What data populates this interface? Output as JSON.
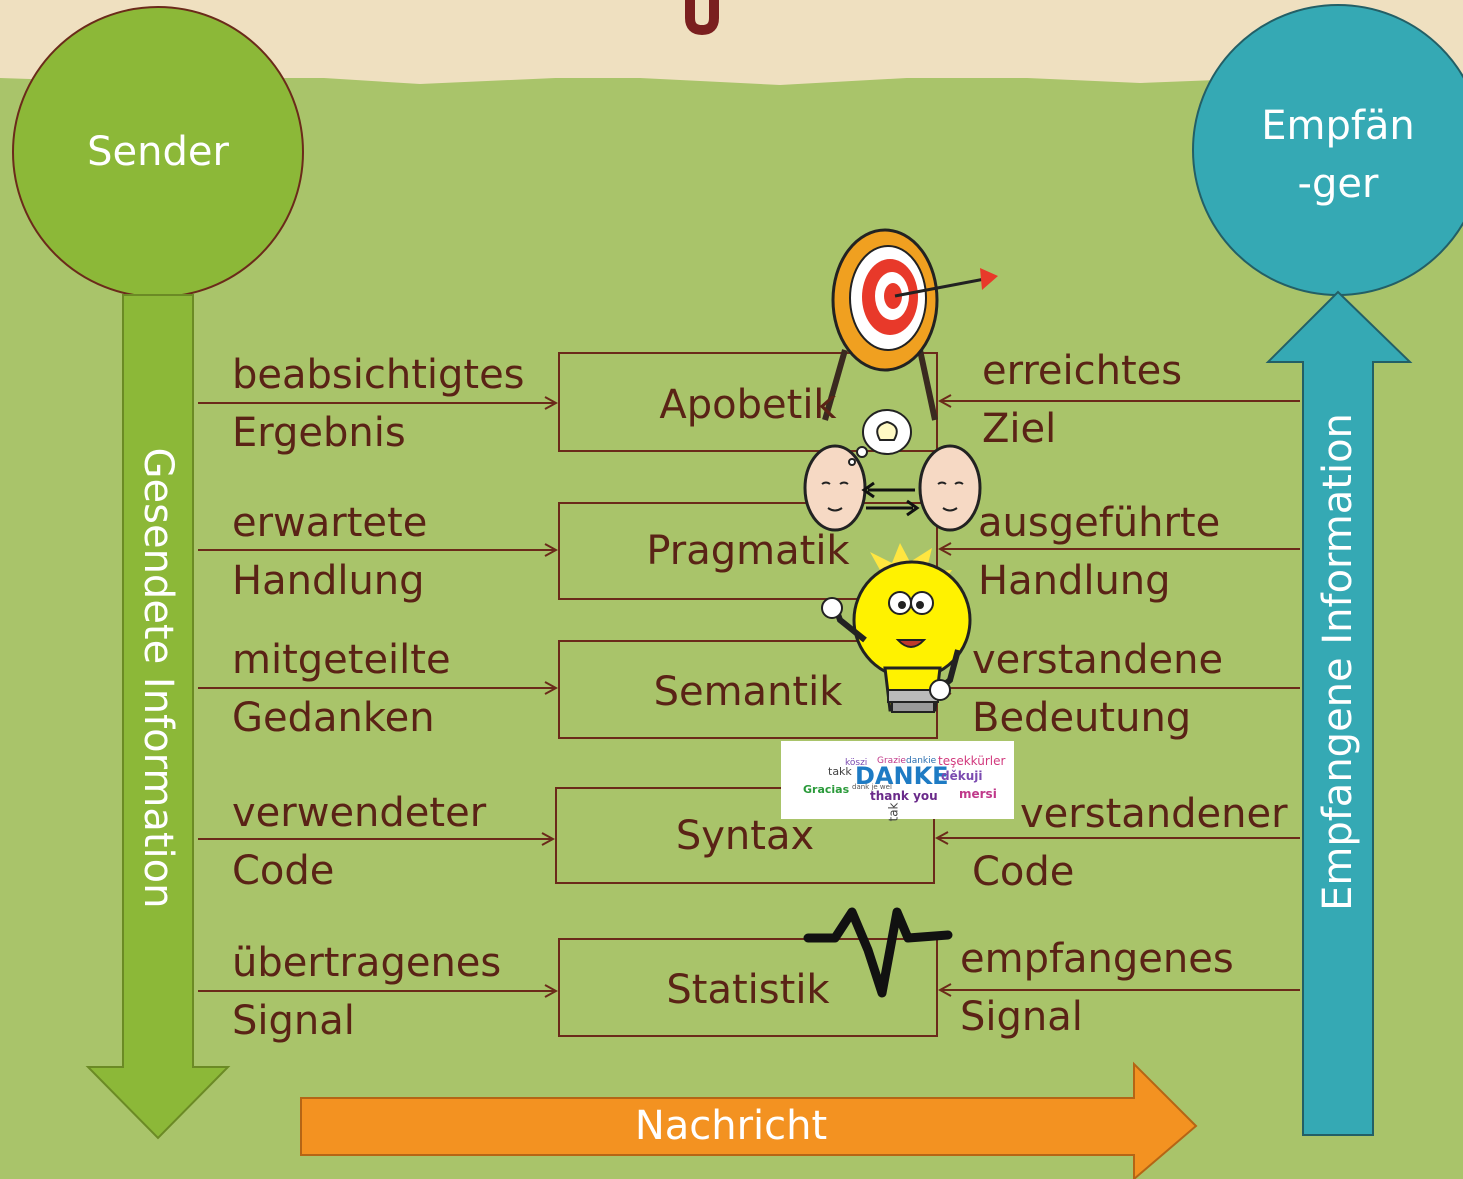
{
  "sender": {
    "label": "Sender",
    "color": "#8cb838"
  },
  "receiver": {
    "label_line1": "Empfän",
    "label_line2": "-ger",
    "color": "#35a9b4"
  },
  "left_arrow_label": "Gesendete Information",
  "right_arrow_label": "Empfangene Information",
  "message_arrow": {
    "label": "Nachricht",
    "color": "#f39221"
  },
  "levels": [
    {
      "name": "Apobetik",
      "left_line1": "beabsichtigtes",
      "left_line2": "Ergebnis",
      "right_line1": "erreichtes",
      "right_line2": "Ziel"
    },
    {
      "name": "Pragmatik",
      "left_line1": "erwartete",
      "left_line2": "Handlung",
      "right_line1": "ausgeführte",
      "right_line2": "Handlung"
    },
    {
      "name": "Semantik",
      "left_line1": "mitgeteilte",
      "left_line2": "Gedanken",
      "right_line1": "verstandene",
      "right_line2": "Bedeutung"
    },
    {
      "name": "Syntax",
      "left_line1": "verwendeter",
      "left_line2": "Code",
      "right_line1": "verstandener",
      "right_line2": "Code"
    },
    {
      "name": "Statistik",
      "left_line1": "übertragenes",
      "left_line2": "Signal",
      "right_line1": "empfangenes",
      "right_line2": "Signal"
    }
  ],
  "wordcloud": {
    "words": [
      "DANKE",
      "thank you",
      "Gracias",
      "takk",
      "teşekkürler",
      "děkuji",
      "mersi",
      "köszi",
      "dankie",
      "Grazie",
      "dank je wel",
      "tak"
    ]
  },
  "colors": {
    "line": "#6b2a1a",
    "text": "#5a2316",
    "background": "#a9c46a",
    "header": "#efe0c0"
  }
}
